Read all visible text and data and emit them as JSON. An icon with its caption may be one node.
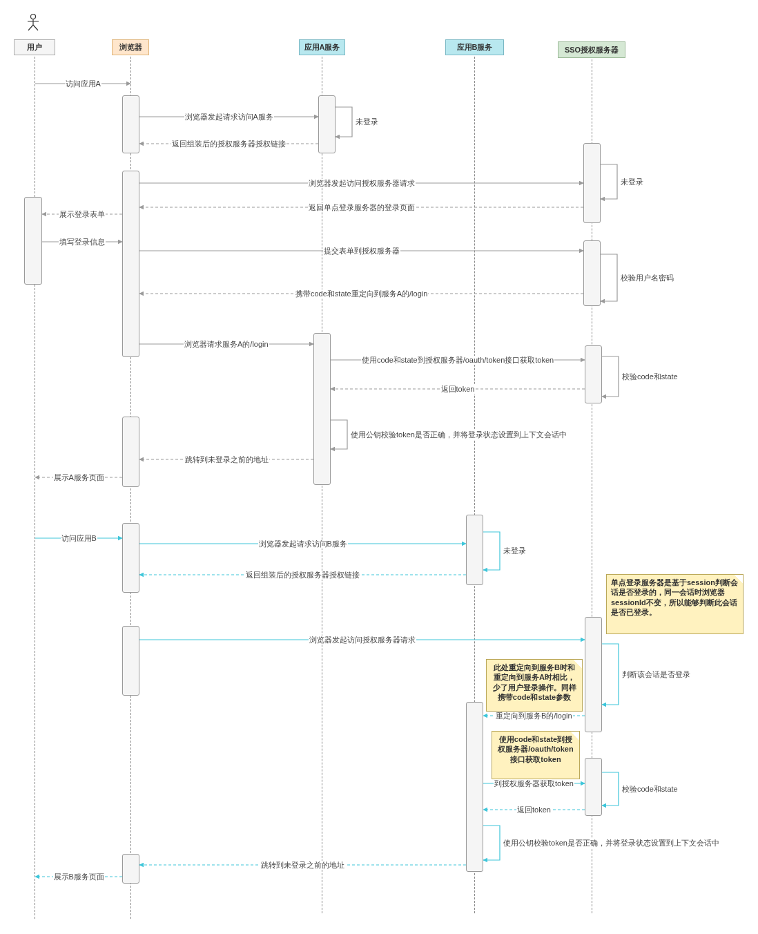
{
  "diagram": {
    "nodes": [
      {
        "text": [
          "用户"
        ]
      },
      {
        "text": [
          "浏览器"
        ]
      },
      {
        "text": [
          "应用A服务"
        ]
      },
      {
        "text": [
          "应用B服务"
        ]
      },
      {
        "text": [
          "SSO授权服务器"
        ]
      },
      {
        "text": [],
        "shape": "line"
      },
      {
        "text": [],
        "shape": "line"
      },
      {
        "text": [],
        "shape": "line"
      },
      {
        "text": [],
        "shape": "line"
      },
      {
        "text": [],
        "shape": "line"
      },
      {
        "text": [],
        "shape": "bar"
      },
      {
        "text": [],
        "shape": "bar"
      },
      {
        "text": [],
        "shape": "bar"
      },
      {
        "text": [],
        "shape": "bar"
      },
      {
        "text": [],
        "shape": "bar"
      },
      {
        "text": [],
        "shape": "bar"
      },
      {
        "text": [],
        "shape": "bar"
      },
      {
        "text": [],
        "shape": "bar"
      },
      {
        "text": [],
        "shape": "bar"
      },
      {
        "text": [],
        "shape": "bar"
      },
      {
        "text": [],
        "shape": "bar"
      },
      {
        "text": [],
        "shape": "bar"
      },
      {
        "text": [],
        "shape": "bar"
      },
      {
        "text": [],
        "shape": "bar"
      },
      {
        "text": [],
        "shape": "bar"
      },
      {
        "text": [],
        "shape": "bar"
      },
      {
        "text": [
          "单点登录服务器是基于session判断会话是否登录的，同一会话时浏览器sessionId不变，所以能够判断此会话是否已登录。"
        ]
      },
      {
        "text": [
          "此处重定向到服务B时和重定向到服务A时相比，少了用户登录操作。同样携带code和state参数"
        ]
      },
      {
        "text": [
          "使用code和state到授权服务器/oauth/token接口获取token"
        ]
      }
    ],
    "edges": [
      {
        "from": 5,
        "to": 6,
        "arrow": "to",
        "label": "访问应用A"
      },
      {
        "from": 10,
        "to": 11,
        "arrow": "to",
        "label": "浏览器发起请求访问A服务"
      },
      {
        "from": 11,
        "to": 11,
        "arrow": "to",
        "label": "未登录"
      },
      {
        "from": 11,
        "to": 10,
        "arrow": "to",
        "label": "返回组装后的授权服务器授权链接",
        "style": "dashed"
      },
      {
        "from": 13,
        "to": 12,
        "arrow": "to",
        "label": "浏览器发起访问授权服务器请求"
      },
      {
        "from": 12,
        "to": 12,
        "arrow": "to",
        "label": "未登录"
      },
      {
        "from": 12,
        "to": 13,
        "arrow": "to",
        "label": "返回单点登录服务器的登录页面",
        "style": "dashed"
      },
      {
        "from": 13,
        "to": 14,
        "arrow": "to",
        "label": "展示登录表单",
        "style": "dashed"
      },
      {
        "from": 14,
        "to": 13,
        "arrow": "to",
        "label": "填写登录信息"
      },
      {
        "from": 13,
        "to": 15,
        "arrow": "to",
        "label": "提交表单到授权服务器"
      },
      {
        "from": 15,
        "to": 15,
        "arrow": "to",
        "label": "校验用户名密码"
      },
      {
        "from": 15,
        "to": 13,
        "arrow": "to",
        "label": "携带code和state重定向到服务A的/login",
        "style": "dashed"
      },
      {
        "from": 13,
        "to": 16,
        "arrow": "to",
        "label": "浏览器请求服务A的/login"
      },
      {
        "from": 16,
        "to": 17,
        "arrow": "to",
        "label": "使用code和state到授权服务器/oauth/token接口获取token"
      },
      {
        "from": 17,
        "to": 17,
        "arrow": "to",
        "label": "校验code和state"
      },
      {
        "from": 17,
        "to": 16,
        "arrow": "to",
        "label": "返回token",
        "style": "dashed"
      },
      {
        "from": 16,
        "to": 16,
        "arrow": "to",
        "label": "使用公钥校验token是否正确，并将登录状态设置到上下文会话中"
      },
      {
        "from": 16,
        "to": 18,
        "arrow": "to",
        "label": "跳转到未登录之前的地址",
        "style": "dashed"
      },
      {
        "from": 18,
        "to": 5,
        "arrow": "to",
        "label": "展示A服务页面",
        "style": "dashed"
      },
      {
        "from": 5,
        "to": 20,
        "arrow": "to",
        "label": "访问应用B",
        "color": "#3ec6da"
      },
      {
        "from": 20,
        "to": 19,
        "arrow": "to",
        "label": "浏览器发起请求访问B服务",
        "color": "#3ec6da"
      },
      {
        "from": 19,
        "to": 19,
        "arrow": "to",
        "label": "未登录",
        "color": "#3ec6da"
      },
      {
        "from": 19,
        "to": 20,
        "arrow": "to",
        "label": "返回组装后的授权服务器授权链接",
        "style": "dashed",
        "color": "#3ec6da"
      },
      {
        "from": 22,
        "to": 21,
        "arrow": "to",
        "label": "浏览器发起访问授权服务器请求",
        "color": "#3ec6da"
      },
      {
        "from": 21,
        "to": 21,
        "arrow": "to",
        "label": "判断该会话是否登录",
        "color": "#3ec6da"
      },
      {
        "from": 21,
        "to": 23,
        "arrow": "to",
        "label": "重定向到服务B的/login",
        "style": "dashed",
        "color": "#3ec6da"
      },
      {
        "from": 23,
        "to": 24,
        "arrow": "to",
        "label": "到授权服务器获取token",
        "color": "#3ec6da"
      },
      {
        "from": 24,
        "to": 24,
        "arrow": "to",
        "label": "校验code和state",
        "color": "#3ec6da"
      },
      {
        "from": 24,
        "to": 23,
        "arrow": "to",
        "label": "返回token",
        "style": "dashed",
        "color": "#3ec6da"
      },
      {
        "from": 23,
        "to": 23,
        "arrow": "to",
        "label": "使用公钥校验token是否正确，并将登录状态设置到上下文会话中",
        "color": "#3ec6da"
      },
      {
        "from": 23,
        "to": 25,
        "arrow": "to",
        "label": "跳转到未登录之前的地址",
        "style": "dashed",
        "color": "#3ec6da"
      },
      {
        "from": 25,
        "to": 5,
        "arrow": "to",
        "label": "展示B服务页面",
        "style": "dashed",
        "color": "#3ec6da"
      }
    ]
  }
}
